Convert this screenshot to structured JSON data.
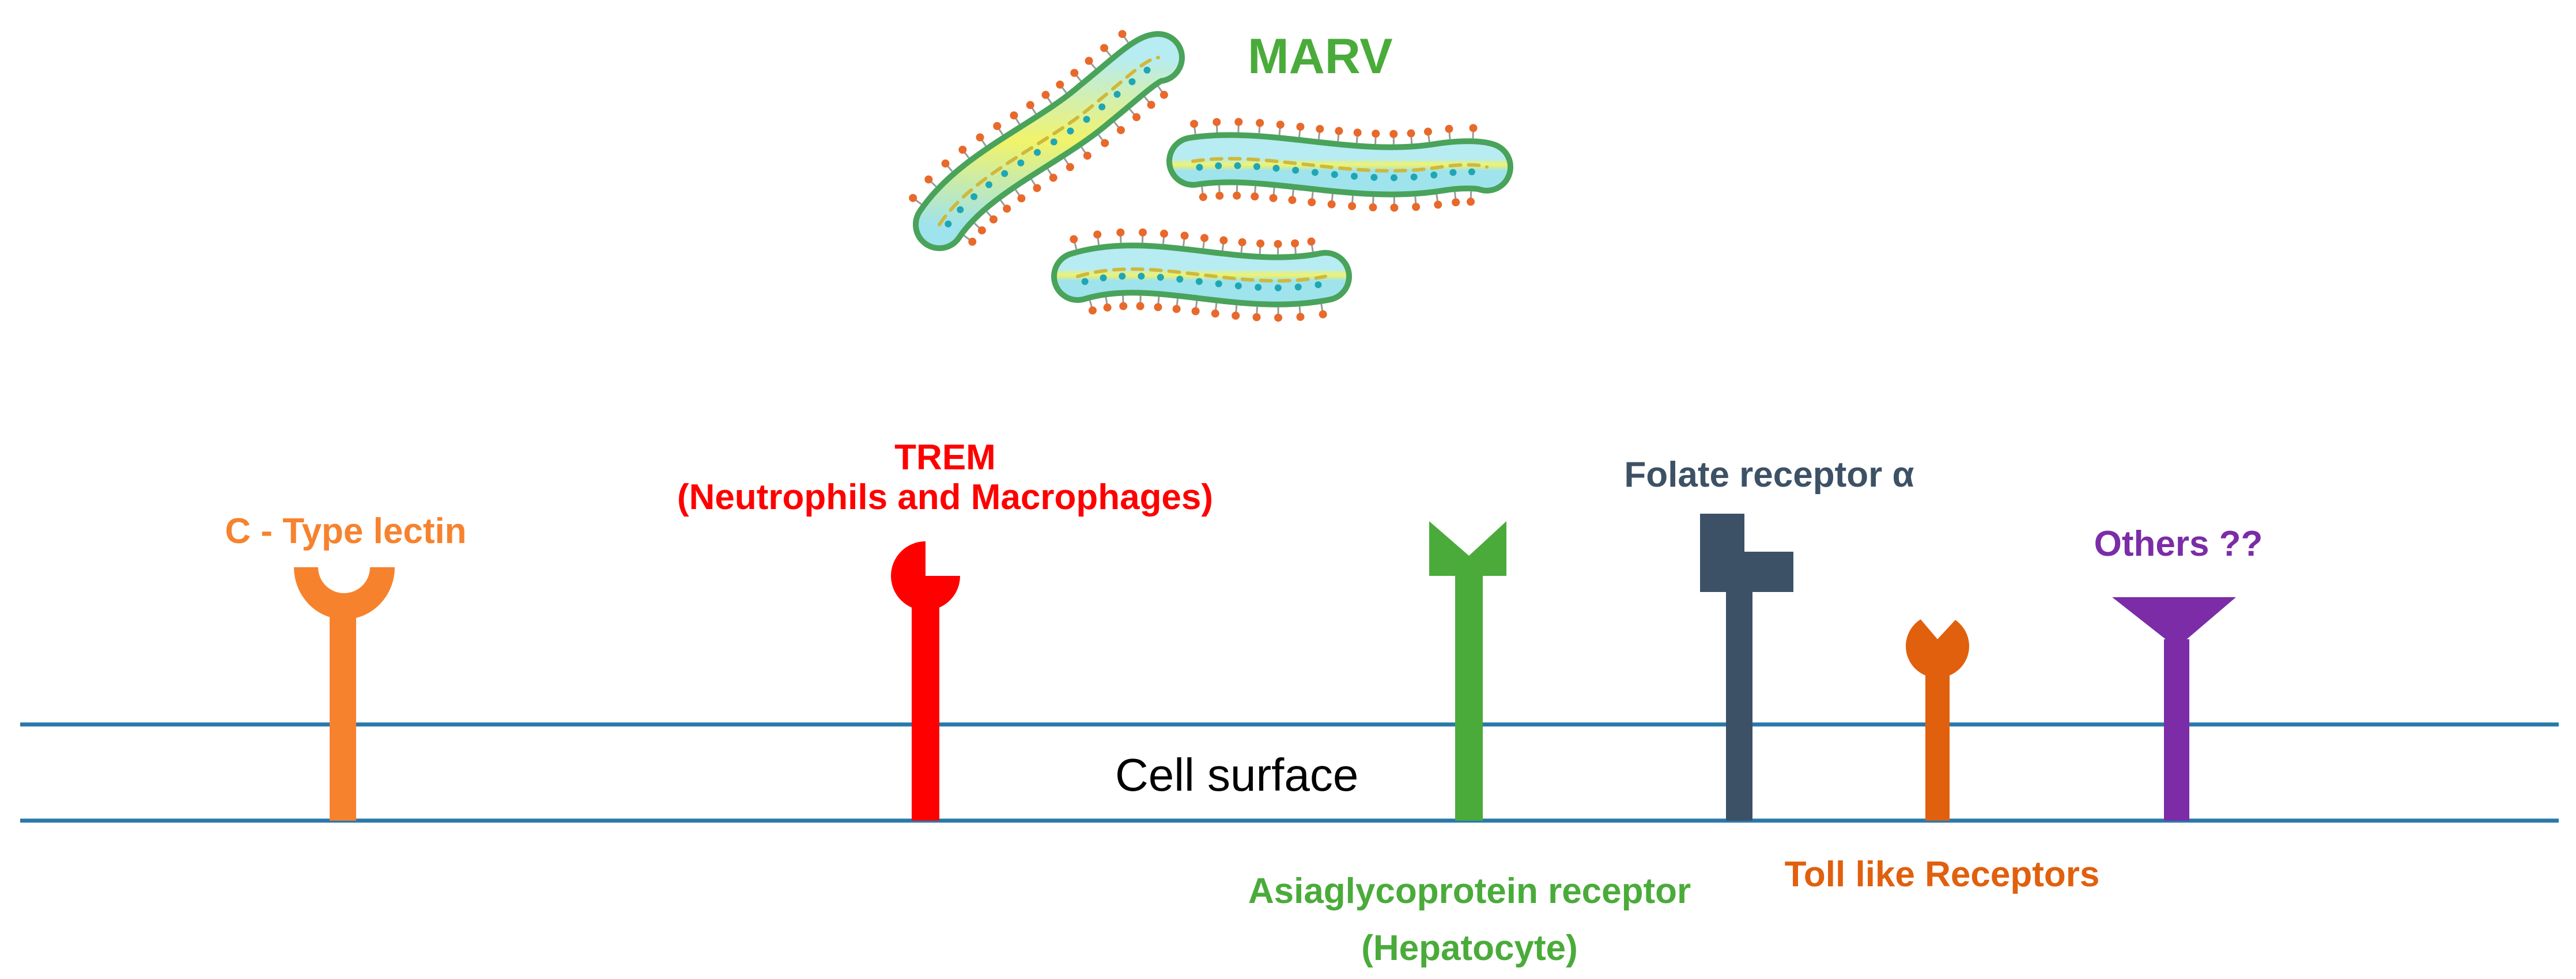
{
  "virus": {
    "label": "MARV",
    "color": "#4aab3a"
  },
  "membrane": {
    "label": "Cell surface",
    "line_color": "#2a78ab",
    "text_color": "#000000"
  },
  "receptors": [
    {
      "id": "c-type-lectin",
      "lines": [
        "C - Type lectin"
      ],
      "color": "#f7822e",
      "shape": "cup-receptor-icon"
    },
    {
      "id": "trem",
      "lines": [
        "TREM",
        "(Neutrophils and Macrophages)"
      ],
      "color": "#ff0000",
      "shape": "notched-disc-receptor-icon"
    },
    {
      "id": "asialoglycoprotein",
      "lines": [
        "Asiaglycoprotein receptor",
        "(Hepatocyte)"
      ],
      "color": "#4aab3a",
      "shape": "v-notch-receptor-icon"
    },
    {
      "id": "folate",
      "lines": [
        "Folate receptor α"
      ],
      "color": "#3d5166",
      "shape": "block-receptor-icon"
    },
    {
      "id": "tlr",
      "lines": [
        "Toll like Receptors"
      ],
      "color": "#e0600e",
      "shape": "notched-ball-receptor-icon"
    },
    {
      "id": "others",
      "lines": [
        "Others ??"
      ],
      "color": "#7b2ca6",
      "shape": "y-receptor-icon"
    }
  ]
}
